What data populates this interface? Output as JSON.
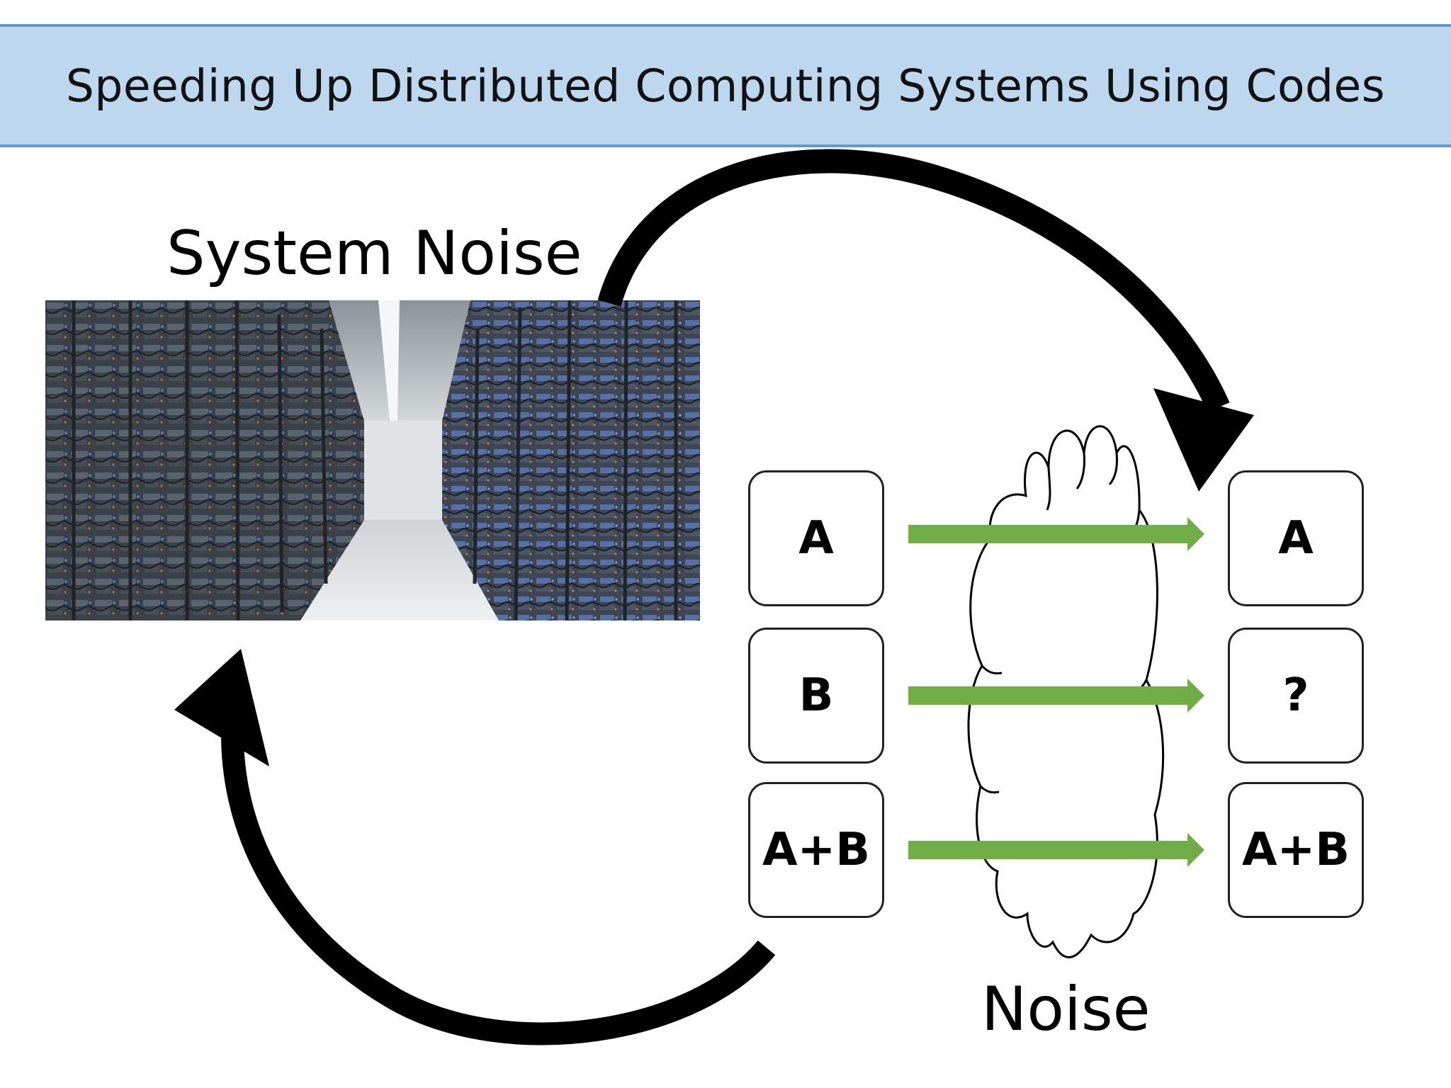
{
  "slide": {
    "title": "Speeding Up Distributed Computing Systems Using Codes",
    "left_label": "System Noise",
    "noise_label": "Noise"
  },
  "sources": [
    {
      "label": "A"
    },
    {
      "label": "B"
    },
    {
      "label": "A+B"
    }
  ],
  "outputs": [
    {
      "label": "A"
    },
    {
      "label": "?"
    },
    {
      "label": "A+B"
    }
  ],
  "colors": {
    "title_band": "#bdd7ee",
    "title_border": "#5b9bd5",
    "transfer_arrow": "#70ad47",
    "cycle_arrow": "#000000",
    "cloud_outline": "#000000"
  },
  "icons": {
    "photo": "data-center-server-aisle-photo",
    "cloud": "noise-cloud-icon"
  }
}
